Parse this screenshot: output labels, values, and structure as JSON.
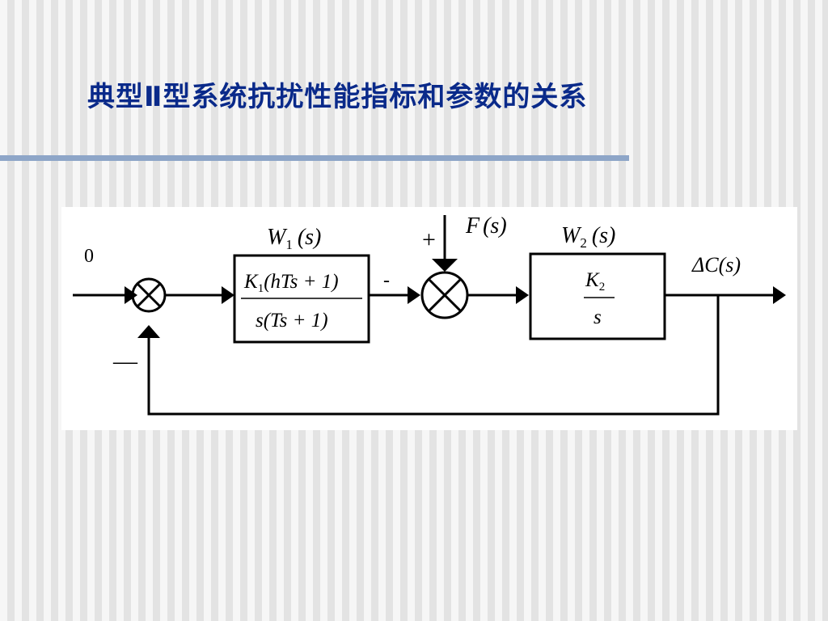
{
  "slide": {
    "title": "典型Ⅱ型系统抗扰性能指标和参数的关系"
  },
  "diagram": {
    "input_value": "0",
    "feedback_sign": "—",
    "disturbance_sign": "+",
    "forward_sign": "-",
    "block1": {
      "label_main": "W",
      "label_sub": "1",
      "label_arg": "(s)",
      "numerator_K": "K",
      "numerator_sub": "1",
      "numerator_rest": "(hTs + 1)",
      "denominator": "s(Ts + 1)"
    },
    "block2": {
      "label_main": "W",
      "label_sub": "2",
      "label_arg": "(s)",
      "numerator_K": "K",
      "numerator_sub": "2",
      "denominator": "s"
    },
    "disturbance": {
      "label_main": "F",
      "label_arg": "(s)"
    },
    "output": {
      "label": "ΔC(s)"
    }
  }
}
